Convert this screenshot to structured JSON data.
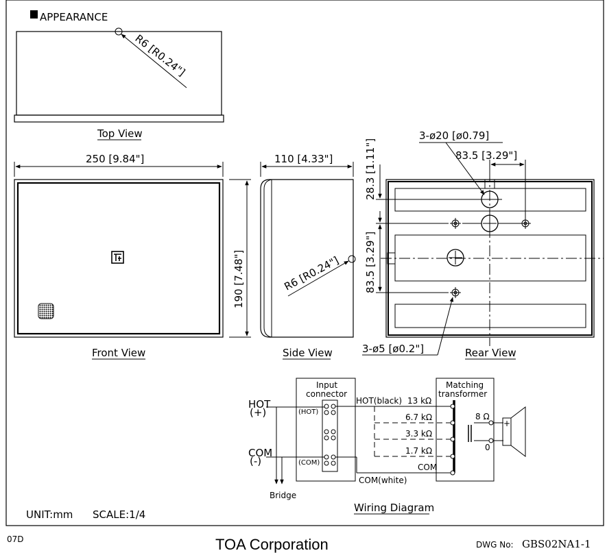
{
  "section_title": "APPEARANCE",
  "top_view": {
    "label": "Top View",
    "radius": "R6 [R0.24\"]"
  },
  "front_view": {
    "label": "Front View",
    "width": "250 [9.84\"]",
    "height": "190 [7.48\"]"
  },
  "side_view": {
    "label": "Side View",
    "depth": "110 [4.33\"]",
    "radius": "R6 [R0.24\"]"
  },
  "rear_view": {
    "label": "Rear View",
    "holes_large": "3-ø20 [ø0.79]",
    "spacing_h": "83.5 [3.29\"]",
    "offset_v": "28.3 [1.11\"]",
    "spacing_v": "83.5 [3.29\"]",
    "holes_small": "3-ø5 [ø0.2\"]"
  },
  "wiring": {
    "title": "Wiring Diagram",
    "input_connector": [
      "Input",
      "connector"
    ],
    "matching_transformer": [
      "Matching",
      "transformer"
    ],
    "hot": [
      "HOT",
      "(+)"
    ],
    "com": [
      "COM",
      "(-)"
    ],
    "hot_tag": "(HOT)",
    "com_tag": "(COM)",
    "hot_wire": "HOT(black)",
    "com_wire": "COM(white)",
    "bridge": "Bridge",
    "taps": [
      "13 kΩ",
      "6.7 kΩ",
      "3.3 kΩ",
      "1.7 kΩ",
      "COM"
    ],
    "out_impedance": "8 Ω",
    "out_zero": "0",
    "plus": "+"
  },
  "footer": {
    "unit": "UNIT:mm",
    "scale": "SCALE:1/4",
    "code": "07D",
    "company": "TOA Corporation",
    "dwg_label": "DWG No:",
    "dwg_no": "GBS02NA1-1"
  }
}
